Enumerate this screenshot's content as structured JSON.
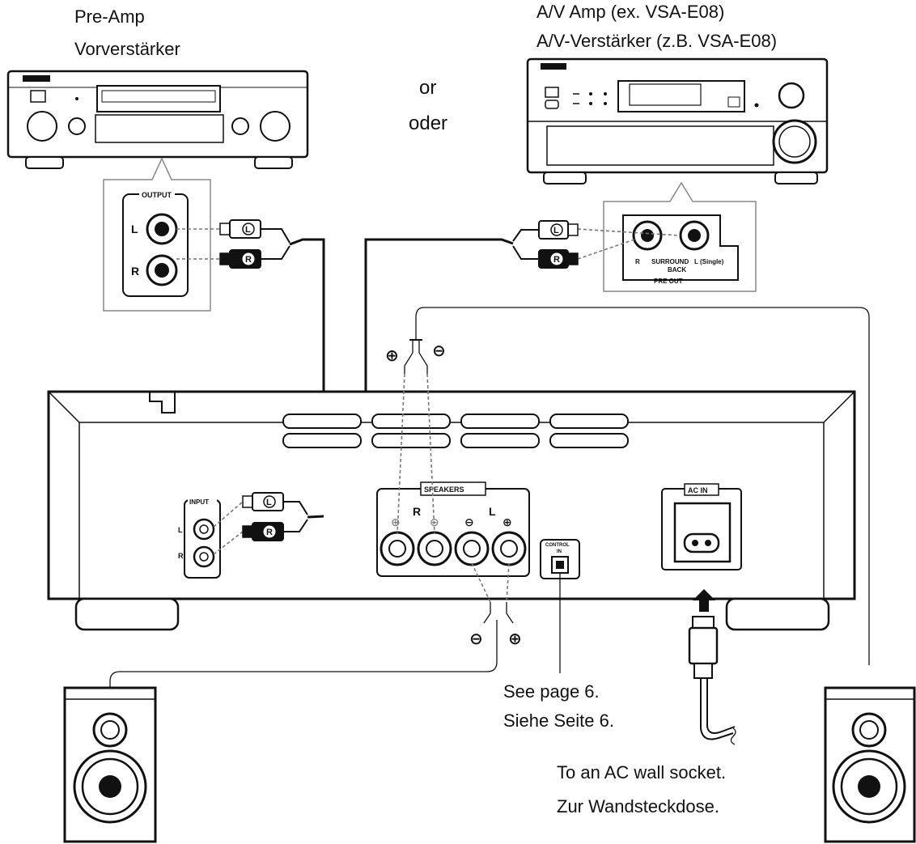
{
  "preamp": {
    "caption_en": "Pre-Amp",
    "caption_de": "Vorverstärker",
    "output_label": "OUTPUT",
    "jack_l": "L",
    "jack_r": "R"
  },
  "or": {
    "en": "or",
    "de": "oder"
  },
  "avamp": {
    "caption_en": "A/V Amp (ex. VSA-E08)",
    "caption_de": "A/V-Verstärker (z.B. VSA-E08)",
    "jack_r": "R",
    "surround": "SURROUND",
    "back": "BACK",
    "jack_l": "L (Single)",
    "pre_out": "PRE OUT"
  },
  "plugs": {
    "left": "L",
    "right": "R"
  },
  "amplifier": {
    "input_label": "INPUT",
    "input_l": "L",
    "input_r": "R",
    "speakers_label": "SPEAKERS",
    "spk_r": "R",
    "spk_l": "L",
    "control_label": "CONTROL",
    "control_in": "IN",
    "ac_in_label": "AC IN"
  },
  "polarity": {
    "plus": "⊕",
    "minus": "⊖"
  },
  "notes": {
    "see_page_en": "See page 6.",
    "see_page_de": "Siehe Seite 6.",
    "ac_en": "To an AC wall socket.",
    "ac_de": "Zur Wandsteckdose."
  }
}
